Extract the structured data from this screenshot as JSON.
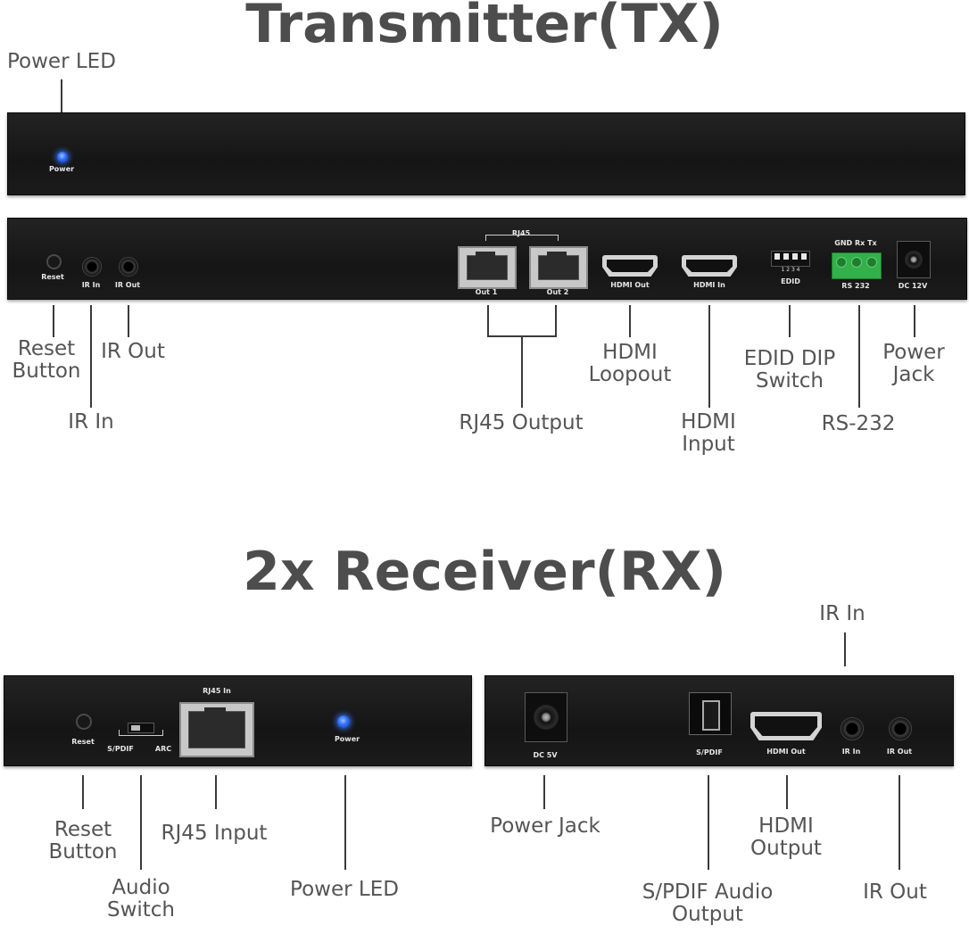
{
  "tx": {
    "title": "Transmitter(TX)",
    "panel": {
      "power": "Power",
      "reset": "Reset",
      "ir_in": "IR In",
      "ir_out": "IR Out",
      "rj45": "RJ45",
      "out1": "Out 1",
      "out2": "Out 2",
      "hdmi_out": "HDMI Out",
      "hdmi_in": "HDMI In",
      "edid": "EDID",
      "dip_numbers": "1  2  3  4",
      "rs232_pins": "GND Rx  Tx",
      "rs232": "RS 232",
      "dc": "DC 12V"
    },
    "callouts": {
      "power_led": "Power LED",
      "reset_button": "Reset\nButton",
      "ir_in": "IR In",
      "ir_out": "IR Out",
      "rj45_output": "RJ45 Output",
      "hdmi_loopout": "HDMI\nLoopout",
      "hdmi_input": "HDMI\nInput",
      "edid_dip": "EDID DIP\nSwitch",
      "rs232": "RS-232",
      "power_jack": "Power\nJack"
    }
  },
  "rx": {
    "title": "2x Receiver(RX)",
    "panel": {
      "reset": "Reset",
      "spdif": "S/PDIF",
      "arc": "ARC",
      "rj45_in": "RJ45 In",
      "power": "Power",
      "dc": "DC 5V",
      "spdif_port": "S/PDIF",
      "hdmi_out": "HDMI Out",
      "ir_in": "IR In",
      "ir_out": "IR Out"
    },
    "callouts": {
      "reset_button": "Reset\nButton",
      "audio_switch": "Audio\nSwitch",
      "rj45_input": "RJ45 Input",
      "power_led": "Power LED",
      "ir_in": "IR In",
      "power_jack": "Power Jack",
      "spdif_output": "S/PDIF Audio\nOutput",
      "hdmi_output": "HDMI\nOutput",
      "ir_out": "IR Out"
    }
  },
  "colors": {
    "title": "#4d4d4d",
    "callout_text": "#555555",
    "device": "#1b1b1b",
    "led": "#2d6cff",
    "terminal": "#33b04a"
  }
}
